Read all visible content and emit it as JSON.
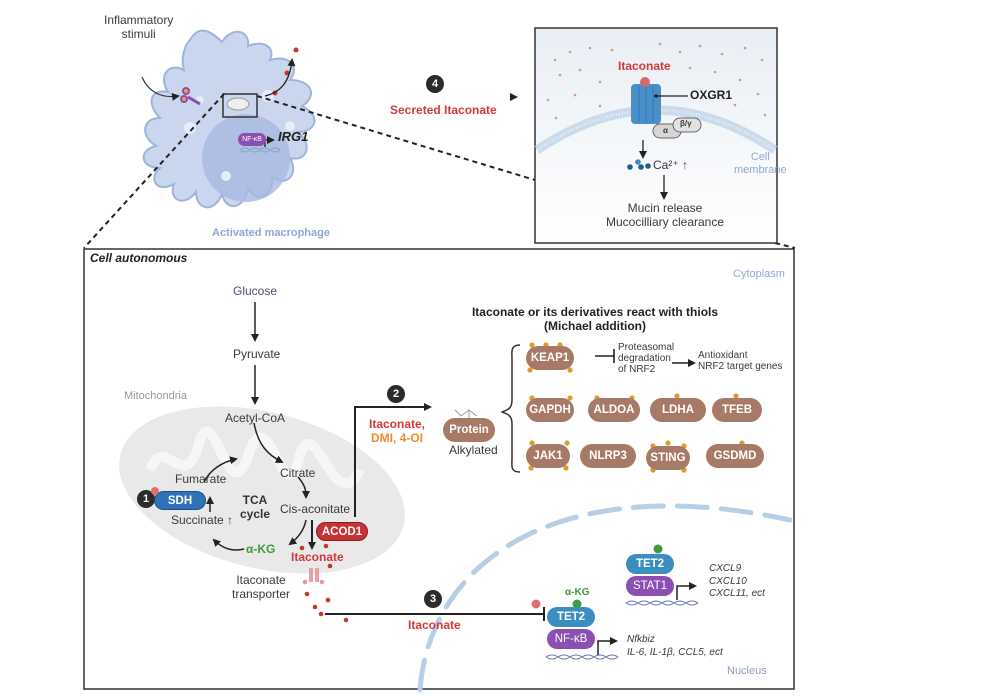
{
  "colors": {
    "itaconate_red": "#d23a3a",
    "derivative_orange": "#f08a2a",
    "akg_green": "#3a9e3a",
    "protein_brown": "#a67a66",
    "sdh_blue": "#2f72b8",
    "tet2_blue": "#3b8fc0",
    "tf_purple": "#8a4fb0",
    "acod1_red": "#c83232",
    "macrophage_blue": "#c9d6ee",
    "membrane_blue": "#a9c6e2"
  },
  "top": {
    "inflammatory_stimuli": "Inflammatory\nstimuli",
    "nfkb": "NF-κB",
    "irg1": "IRG1",
    "macrophage_label": "Activated macrophage",
    "step4_number": "4",
    "step4_label": "Secreted Itaconate"
  },
  "inset": {
    "itaconate": "Itaconate",
    "receptor": "OXGR1",
    "g_alpha": "α",
    "g_beta_gamma": "β/γ",
    "calcium": "Ca²⁺ ↑",
    "cell_membrane": "Cell\nmembrane",
    "outcome_line1": "Mucin release",
    "outcome_line2": "Mucocilliary clearance"
  },
  "main": {
    "panel_title": "Cell autonomous",
    "cytoplasm": "Cytoplasm",
    "nucleus": "Nucleus",
    "mitochondria": "Mitochondria",
    "glucose": "Glucose",
    "pyruvate": "Pyruvate",
    "acetyl_coa": "Acetyl-CoA",
    "citrate": "Citrate",
    "cis_aconitate": "Cis-aconitate",
    "fumarate": "Fumarate",
    "succinate": "Succinate ↑",
    "akg": "α-KG",
    "tca_cycle": "TCA\ncycle",
    "sdh": "SDH",
    "acod1": "ACOD1",
    "itaconate": "Itaconate",
    "transporter": "Itaconate\ntransporter",
    "step1_number": "1",
    "step2_number": "2",
    "step2_label_red": "Itaconate,",
    "step2_label_orange": "DMI, 4-OI",
    "step3_number": "3",
    "step3_label": "Itaconate",
    "thiol_title_line1": "Itaconate or its derivatives react with thiols",
    "thiol_title_line2": "(Michael addition)",
    "protein": "Protein",
    "alkylated": "Alkylated",
    "keap1_effect": "Proteasomal\ndegradation\nof NRF2",
    "keap1_outcome": "Antioxidant\nNRF2 target genes",
    "targets_row1": [
      "KEAP1"
    ],
    "targets_row2": [
      "GAPDH",
      "ALDOA",
      "LDHA",
      "TFEB"
    ],
    "targets_row3": [
      "JAK1",
      "NLRP3",
      "STING",
      "GSDMD"
    ],
    "nuclear_upper": {
      "tet2": "TET2",
      "tf": "STAT1",
      "genes": "CXCL9\nCXCL10\nCXCL11, ect"
    },
    "nuclear_lower": {
      "akg": "α-KG",
      "tet2": "TET2",
      "tf": "NF-κB",
      "genes": "Nfkbiz\nIL-6, IL-1β, CCL5, ect"
    }
  }
}
